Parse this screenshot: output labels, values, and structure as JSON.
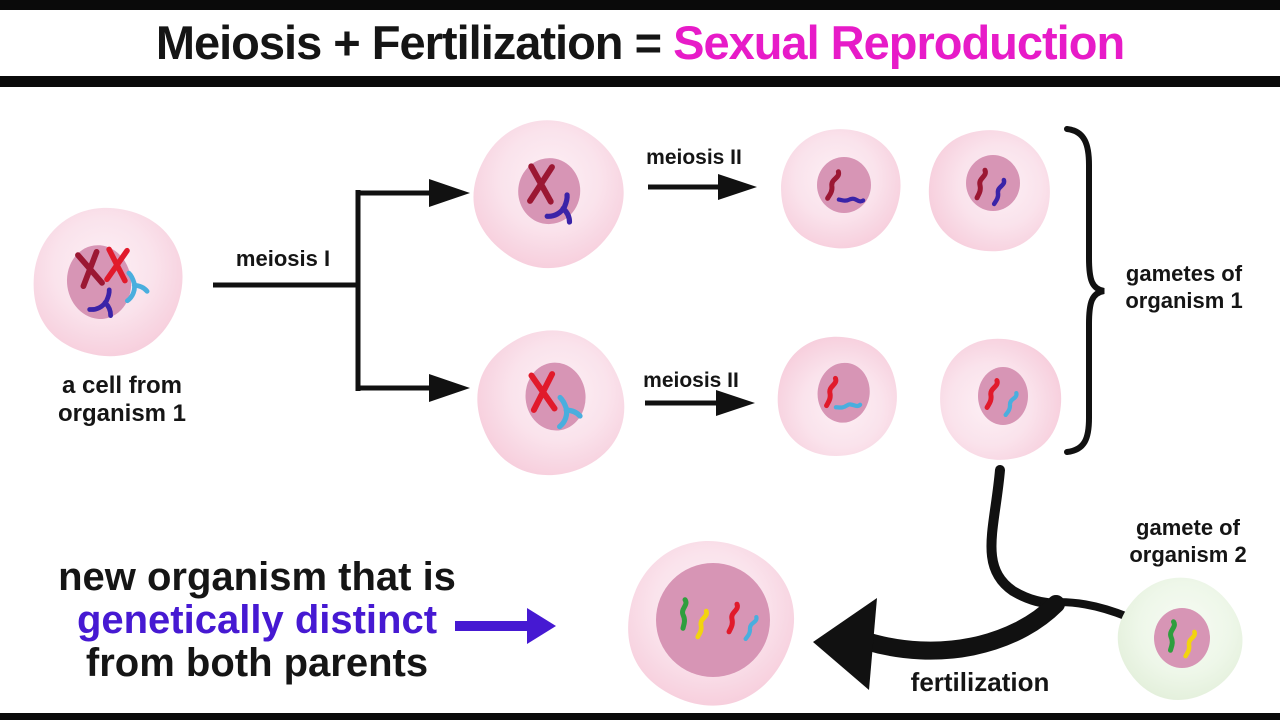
{
  "title": {
    "part_black": "Meiosis + Fertilization = ",
    "part_accent": "Sexual Reproduction"
  },
  "diagram": {
    "parent_cell_label_line1": "a cell from",
    "parent_cell_label_line2": "organism 1",
    "meiosis1_label": "meiosis I",
    "meiosis2_top_label": "meiosis II",
    "meiosis2_bottom_label": "meiosis II",
    "gametes_org1_label_line1": "gametes of",
    "gametes_org1_label_line2": "organism 1",
    "gamete_org2_label_line1": "gamete of",
    "gamete_org2_label_line2": "organism 2",
    "fertilization_label": "fertilization",
    "result_label_line1": "new organism that is",
    "result_label_line2": "genetically distinct",
    "result_label_line3": "from both parents"
  },
  "colors": {
    "accent_magenta": "#e71bc8",
    "accent_blue": "#4619d2",
    "ink_black": "#151515",
    "cell_pink_center": "#fdf0f5",
    "cell_pink_edge": "#f2b6ca",
    "cell_green_center": "#f7fbf4",
    "cell_green_edge": "#d8ead0",
    "nucleus_pink": "#d795b5",
    "chromosome_dark_red": "#9b1733",
    "chromosome_red": "#e11a2b",
    "chromosome_cyan": "#4aaede",
    "chromosome_purple": "#3a23a8",
    "chromosome_green": "#2f9e3e",
    "chromosome_yellow": "#f2d40e"
  }
}
